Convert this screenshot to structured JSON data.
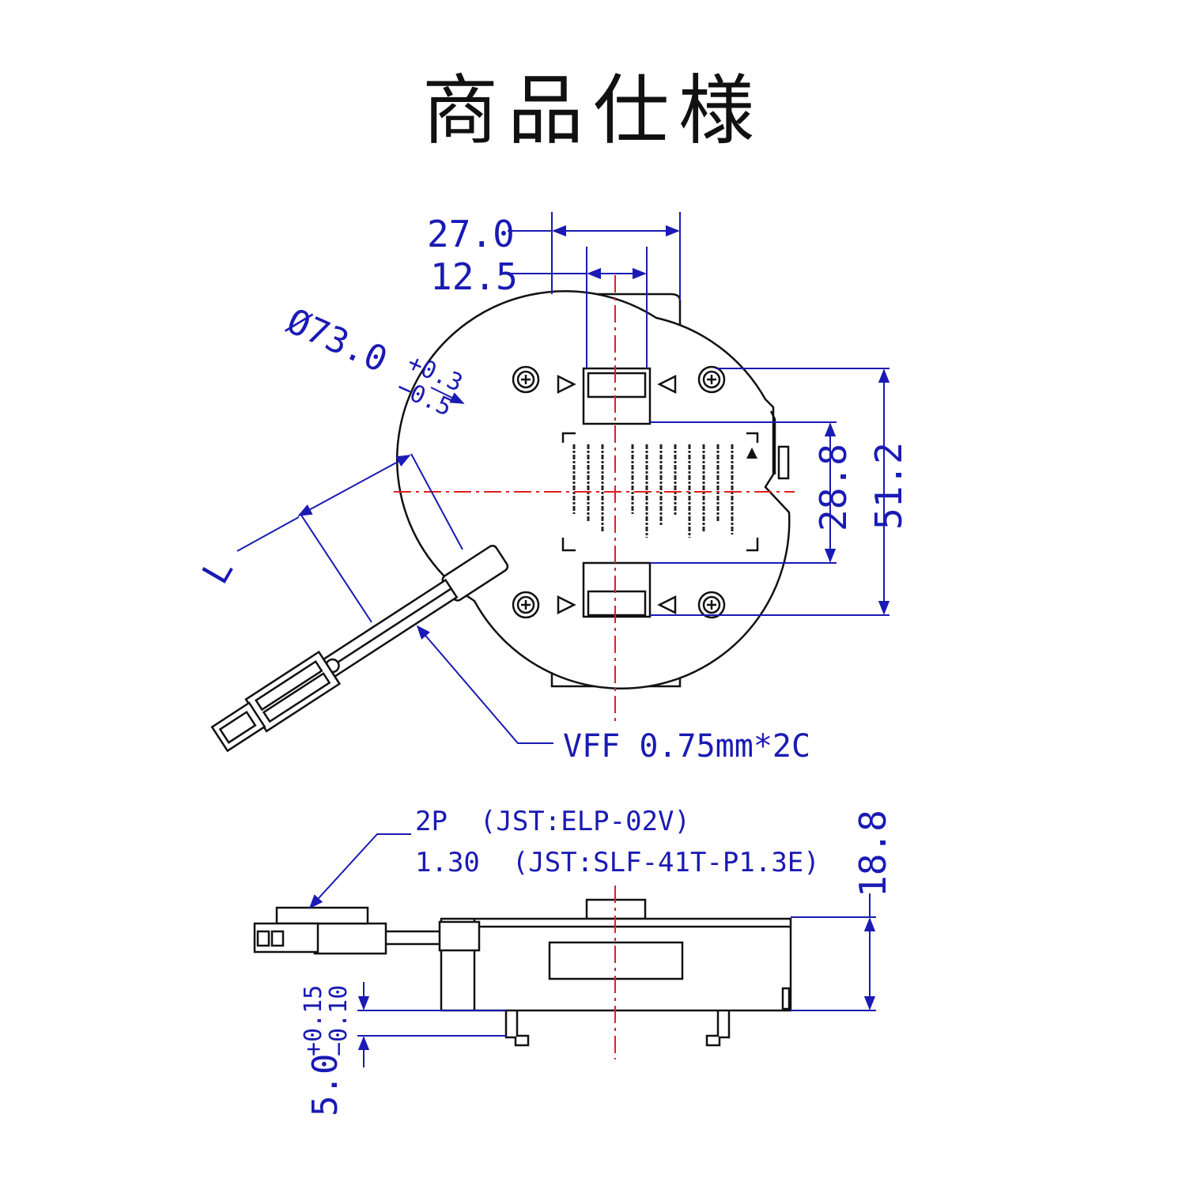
{
  "title": "商品仕様",
  "colors": {
    "dimension": "#1a1ab4",
    "centerline": "#e02020",
    "outline": "#111111"
  },
  "top_view": {
    "dim_width_outer": "27.0",
    "dim_width_inner": "12.5",
    "dim_diameter": "Ø73.0",
    "dim_diameter_tol_plus": "+0.3",
    "dim_diameter_tol_minus": "−0.5",
    "dim_height_inner": "28.8",
    "dim_height_outer": "51.2",
    "dim_length": "L",
    "cable_label": "VFF 0.75mm*2C"
  },
  "side_view": {
    "connector_line1": "2P  (JST:ELP-02V)",
    "connector_line2": "1.30  (JST:SLF-41T-P1.3E)",
    "dim_thickness": "18.8",
    "dim_pin": "5.0",
    "dim_pin_tol_plus": "+0.15",
    "dim_pin_tol_minus": "−0.10"
  }
}
